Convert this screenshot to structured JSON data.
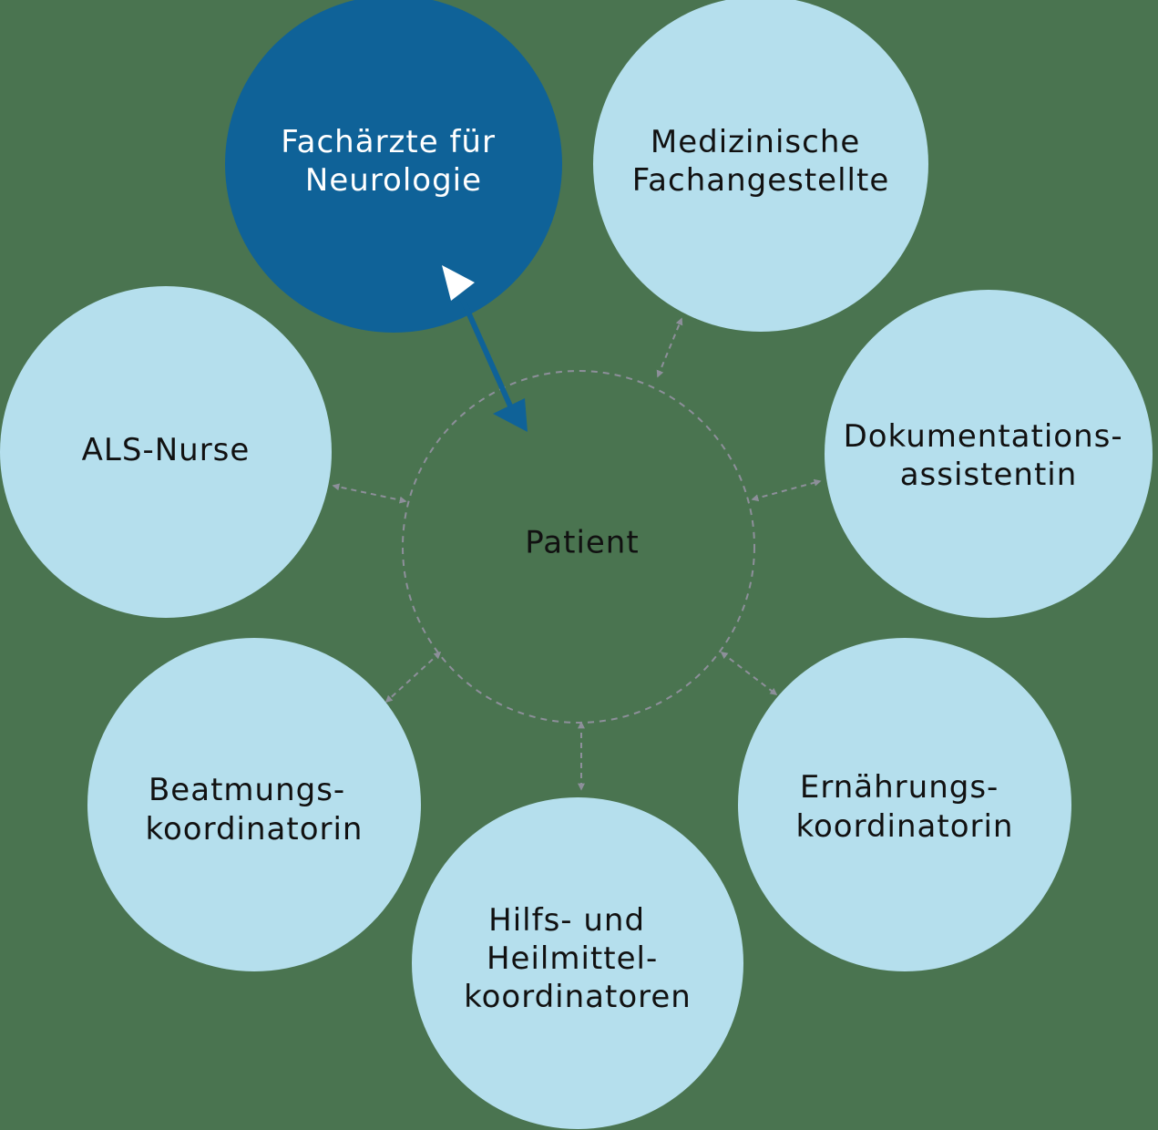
{
  "center": {
    "label": "Patient"
  },
  "nodes": [
    {
      "id": "fachaerzte",
      "lines": [
        "Fachärzte für",
        "Neurologie"
      ],
      "highlight": true
    },
    {
      "id": "medizinische",
      "lines": [
        "Medizinische",
        "Fachangestellte"
      ],
      "highlight": false
    },
    {
      "id": "dokumentation",
      "lines": [
        "Dokumentations-",
        "assistentin"
      ],
      "highlight": false
    },
    {
      "id": "ernaehrung",
      "lines": [
        "Ernährungs-",
        "koordinatorin"
      ],
      "highlight": false
    },
    {
      "id": "hilfsmittel",
      "lines": [
        "Hilfs- und",
        "Heilmittel-",
        "koordinatoren"
      ],
      "highlight": false
    },
    {
      "id": "beatmung",
      "lines": [
        "Beatmungs-",
        "koordinatorin"
      ],
      "highlight": false
    },
    {
      "id": "als-nurse",
      "lines": [
        "ALS-Nurse"
      ],
      "highlight": false
    }
  ],
  "colors": {
    "background": "#4a7450",
    "node_fill": "#b5dfed",
    "node_text": "#111111",
    "highlight_fill": "#0f6298",
    "highlight_text": "#ffffff",
    "highlight_arrow": "#0f6298",
    "dashed_ring": "#8d8f9a",
    "connector": "#8d8f9a"
  }
}
